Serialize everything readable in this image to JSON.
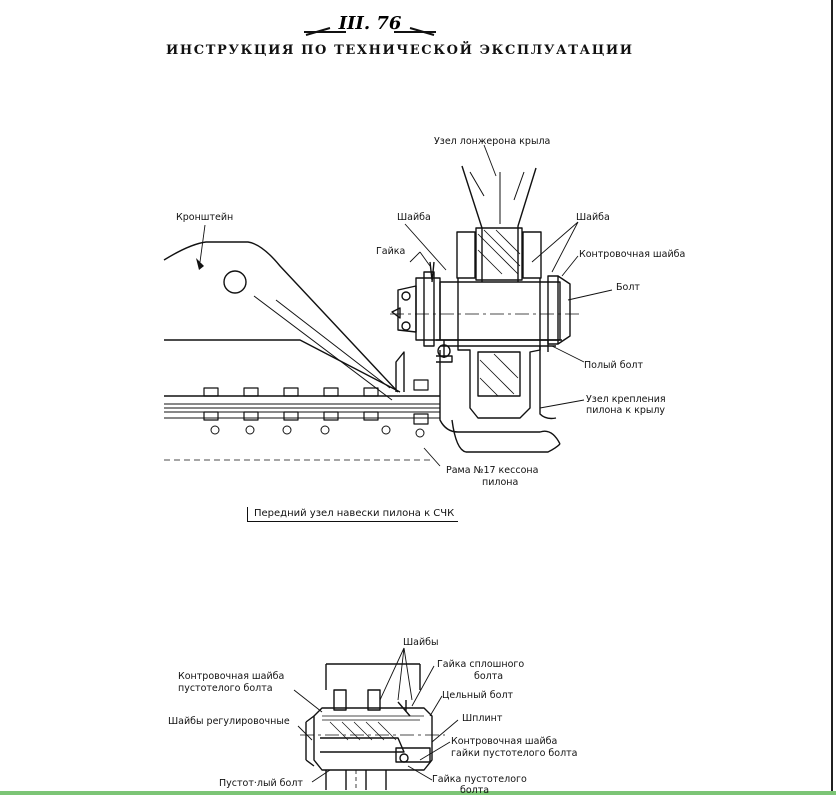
{
  "page": {
    "number": "III. 76",
    "title": "ИНСТРУКЦИЯ ПО ТЕХНИЧЕСКОЙ ЭКСПЛУАТАЦИИ"
  },
  "figure1": {
    "labels": {
      "spar_node": "Узел лонжерона крыла",
      "bracket": "Кронштейн",
      "washer_left": "Шайба",
      "washer_right": "Шайба",
      "nut": "Гайка",
      "lock_washer": "Контровочная шайба",
      "bolt": "Болт",
      "hollow_bolt": "Полый болт",
      "pylon_node_line1": "Узел крепления",
      "pylon_node_line2": "пилона к крылу",
      "frame_line1": "Рама №17 кессона",
      "frame_line2": "пилона"
    },
    "caption": "Передний узел навески пилона к СЧК"
  },
  "figure2": {
    "labels": {
      "washers": "Шайбы",
      "solid_bolt_nut_line1": "Гайка сплошного",
      "solid_bolt_nut_line2": "болта",
      "lock_washer_hollow_line1": "Контровочная шайба",
      "lock_washer_hollow_line2": "пустотелого болта",
      "solid_bolt": "Цельный болт",
      "adjust_washers": "Шайбы регулировочные",
      "cotter_pin": "Шплинт",
      "lock_washer_nut_line1": "Контровочная шайба",
      "lock_washer_nut_line2": "гайки пустотелого болта",
      "hollow_bolt": "Пустот·лый болт",
      "hollow_bolt_nut_line1": "Гайка пустотелого",
      "hollow_bolt_nut_line2": "болта"
    }
  }
}
